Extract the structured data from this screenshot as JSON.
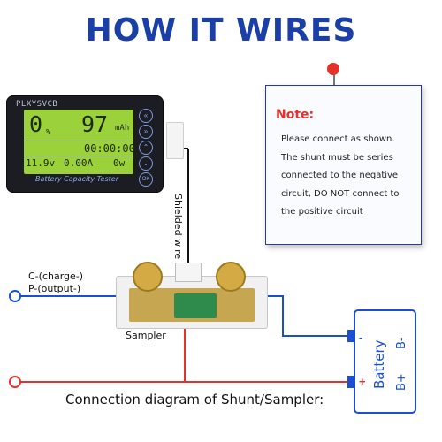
{
  "title": "HOW IT WIRES",
  "meter": {
    "brand": "PLXYSVCB",
    "percent_value": "0",
    "percent_unit": "%",
    "capacity_value": "97",
    "capacity_unit": "mAh",
    "time": "00:00:00",
    "voltage": "11.9v",
    "current": "0.00A",
    "power": "0w",
    "footer": "Battery Capacity Tester",
    "buttons": [
      "«",
      "»",
      "⌃",
      "⌄",
      "OK"
    ]
  },
  "note": {
    "label": "Note:",
    "text": "Please connect as shown. The shunt must be series connected to the negative circuit, DO NOT connect to the positive circuit"
  },
  "wire_label": "Shielded wire",
  "sampler_label": "Sampler",
  "charge_label": "C-(charge-)",
  "output_label": "P-(output-)",
  "battery": {
    "word": "Battery",
    "neg_label": "B-",
    "pos_label": "B+",
    "minus_sign": "-",
    "plus_sign": "+"
  },
  "caption": "Connection diagram of Shunt/Sampler:",
  "colors": {
    "title": "#1a3fa6",
    "negative_wire": "#1a4fd1",
    "positive_wire": "#e2322a",
    "lcd": "#9bd13a"
  }
}
